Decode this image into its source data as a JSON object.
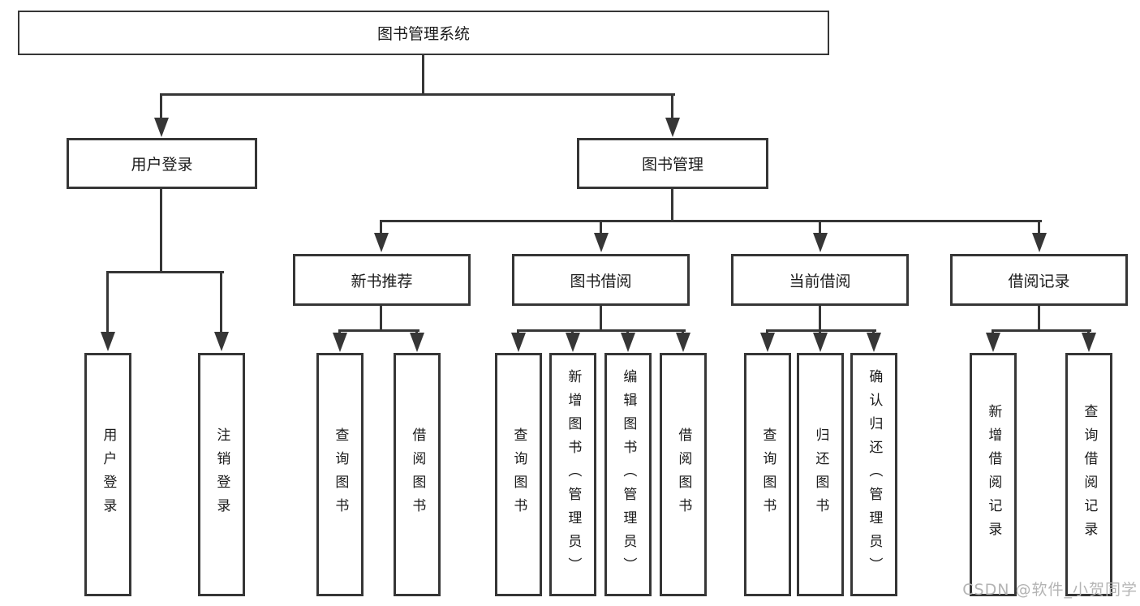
{
  "diagram": {
    "root": {
      "label": "图书管理系统"
    },
    "level2": [
      {
        "label": "用户登录"
      },
      {
        "label": "图书管理"
      }
    ],
    "level3": [
      {
        "label": "新书推荐"
      },
      {
        "label": "图书借阅"
      },
      {
        "label": "当前借阅"
      },
      {
        "label": "借阅记录"
      }
    ],
    "leaves": {
      "user_login": [
        "用户登录",
        "注销登录"
      ],
      "new_book": [
        "查询图书",
        "借阅图书"
      ],
      "book_borrow": [
        "查询图书",
        "新增图书（管理员）",
        "编辑图书（管理员）",
        "借阅图书"
      ],
      "current_borrow": [
        "查询图书",
        "归还图书",
        "确认归还（管理员）"
      ],
      "borrow_record": [
        "新增借阅记录",
        "查询借阅记录"
      ]
    }
  },
  "watermark": {
    "text": "CSDN @软件_小贺同学"
  },
  "colors": {
    "line": "#363636",
    "text": "#1a1a1a",
    "watermark": "#b4b4b4",
    "background": "#ffffff"
  }
}
